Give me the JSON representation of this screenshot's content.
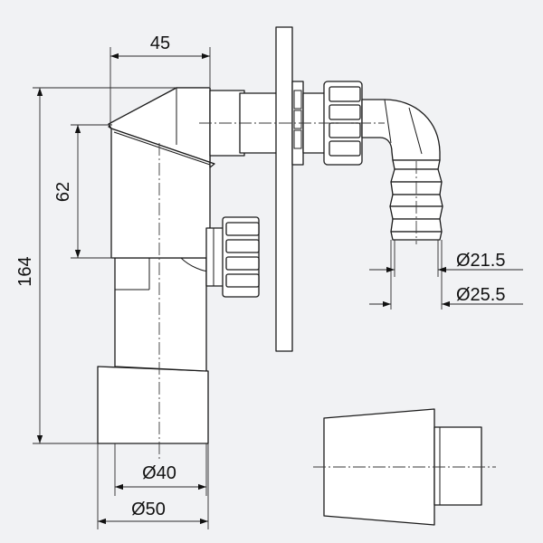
{
  "colors": {
    "background": "#f1f2f4",
    "line": "#1b1b1b",
    "fill": "#ffffff"
  },
  "dimensions": {
    "width_top": "45",
    "height_total": "164",
    "height_upper": "62",
    "dia_hose_inner": "Ø21.5",
    "dia_hose_outer": "Ø25.5",
    "dia_pipe_inner": "Ø40",
    "dia_pipe_outer": "Ø50"
  }
}
